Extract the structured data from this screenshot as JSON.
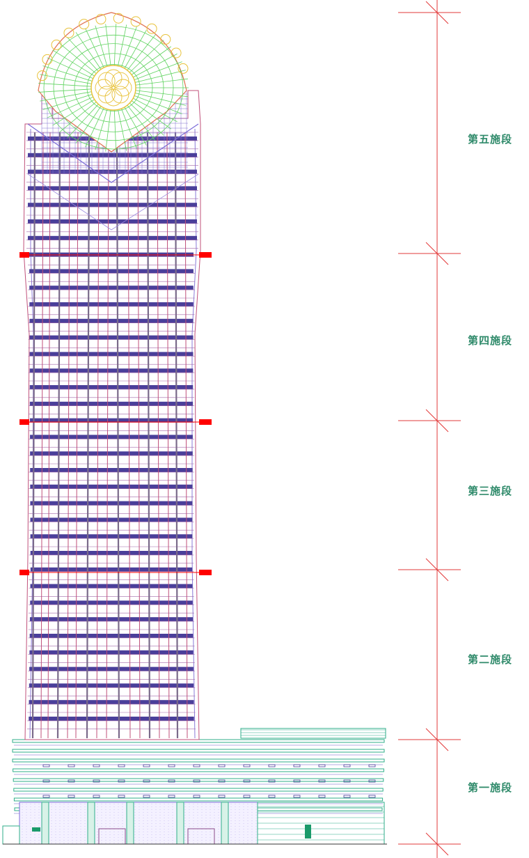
{
  "colors": {
    "background": "#ffffff",
    "dimension_line": "#e23a3a",
    "label": "#2f8a6a",
    "tower_grid": "#c0507a",
    "floor_band": "#4a3f9a",
    "construction_marker": "#ff0000",
    "crown_green": "#5fd35f",
    "crown_yellow": "#e8c23a",
    "podium_teal": "#2fae8a",
    "podium_hatch": "#7d6ad8"
  },
  "stages": [
    {
      "label": "第五施段"
    },
    {
      "label": "第四施段"
    },
    {
      "label": "第三施段"
    },
    {
      "label": "第二施段"
    },
    {
      "label": "第一施段"
    }
  ]
}
